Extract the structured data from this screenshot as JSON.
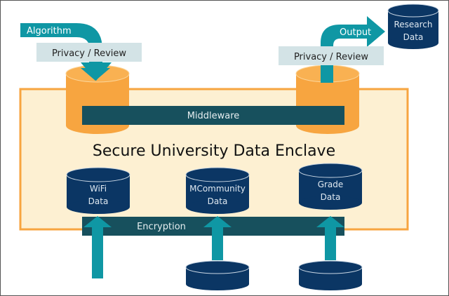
{
  "title": "Secure University Data Enclave",
  "inputs": {
    "algorithm_label": "Algorithm",
    "privacy_review_in": "Privacy / Review"
  },
  "outputs": {
    "output_label": "Output",
    "privacy_review_out": "Privacy / Review",
    "research_data": [
      "Research",
      "Data"
    ]
  },
  "layers": {
    "middleware": "Middleware",
    "encryption": "Encryption"
  },
  "internal_stores": [
    {
      "lines": [
        "WiFi",
        "Data"
      ]
    },
    {
      "lines": [
        "MCommunity",
        "Data"
      ]
    },
    {
      "lines": [
        "Grade",
        "Data"
      ]
    }
  ],
  "colors": {
    "teal": "#0f97a4",
    "navy": "#0b3664",
    "dark_teal_bar": "#17505d",
    "orange": "#f7a540",
    "enclave_fill": "#fdf0d2",
    "enclave_border": "#f7a540",
    "review_box": "#d3e3e6"
  }
}
